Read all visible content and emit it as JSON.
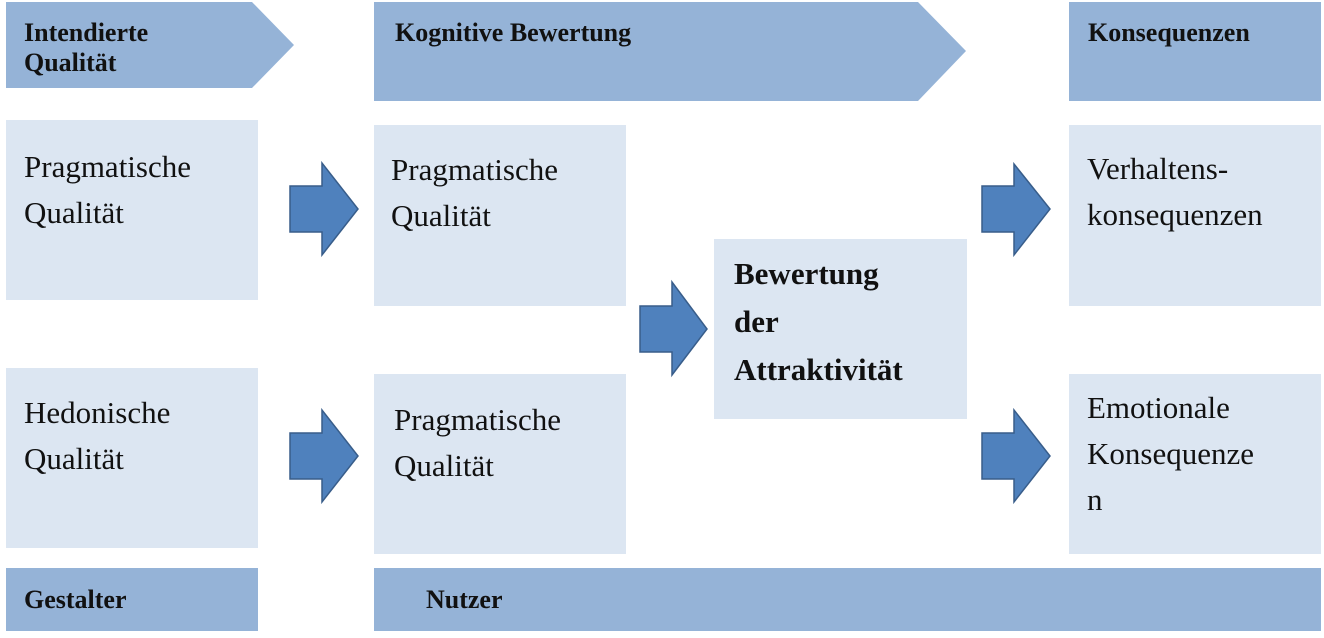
{
  "headers": {
    "intended_quality": "Intendierte\nQualität",
    "cognitive_evaluation": "Kognitive Bewertung",
    "consequences": "Konsequenzen"
  },
  "boxes": {
    "pragmatic_intended": "Pragmatische\nQualität",
    "hedonic_intended": "Hedonische\nQualität",
    "pragmatic_perceived": "Pragmatische\nQualität",
    "hedonic_perceived": "Pragmatische\nQualität",
    "attractiveness": "Bewertung\nder\nAttraktivität",
    "behavioral": "Verhaltens-\nkonsequenzen",
    "emotional": "Emotionale\nKonsequenze\nn"
  },
  "footers": {
    "designer": "Gestalter",
    "user": "Nutzer"
  },
  "colors": {
    "header_fill": "#95b3d7",
    "box_fill": "#dce6f2",
    "arrow_fill": "#4f81bd",
    "arrow_stroke": "#385d8a"
  },
  "icons": {
    "arrow": "right-block-arrow"
  }
}
